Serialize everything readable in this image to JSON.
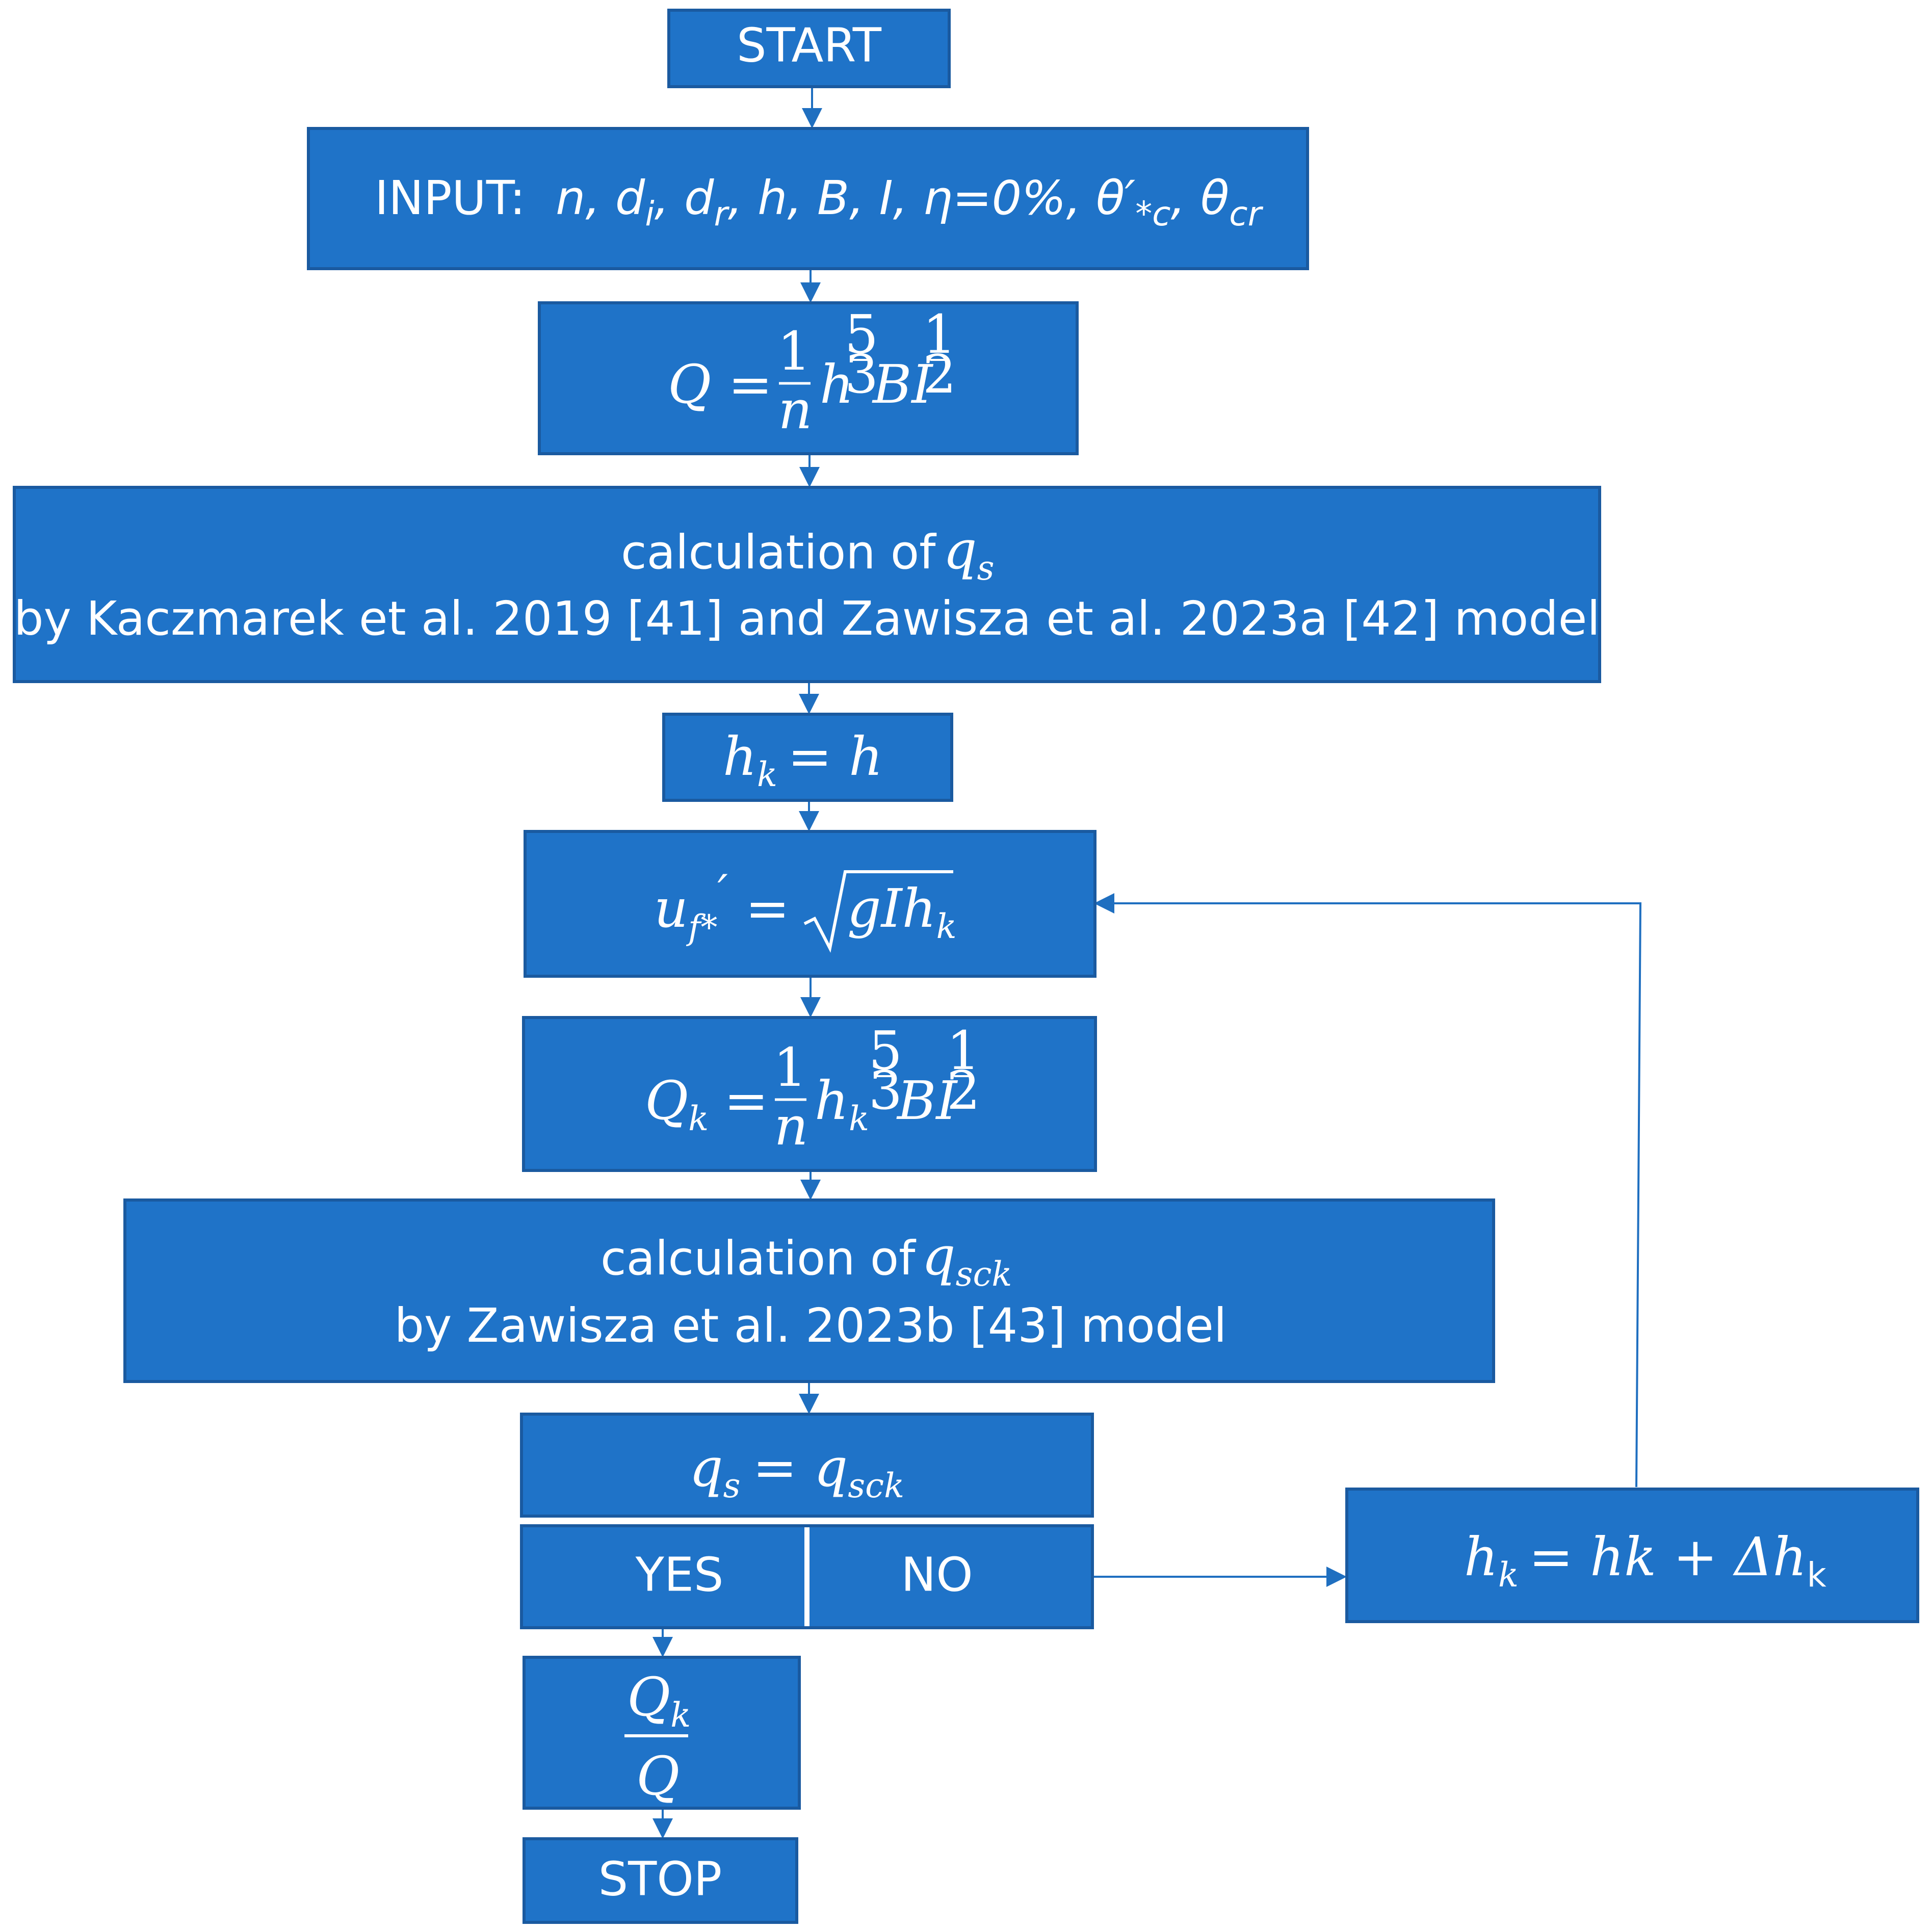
{
  "colors": {
    "box_fill": "#1f73c8",
    "box_stroke": "#1a5aa0",
    "arrow": "#1f6fc0",
    "text": "#ffffff"
  },
  "nodes": {
    "start": "START",
    "input_label": "INPUT:",
    "input_vars": "n, d",
    "input_sub_i": "i",
    "input_sep1": ", d",
    "input_sub_r": "r",
    "input_rest": ", h, B, I, η=0%, θ′",
    "input_sub_c": "*c",
    "input_sep2": ", θ",
    "input_sub_cr": "cr",
    "q_formula_lhs": "Q =",
    "frac_one": "1",
    "frac_n": "n",
    "var_h": "h",
    "exp_5": "5",
    "exp_3": "3",
    "var_BI": "BI",
    "exp_1": "1",
    "exp_2": "2",
    "calc_qs_line1": "calculation of",
    "calc_qs_var": "q",
    "calc_qs_sub": "s",
    "calc_qs_line2": "by Kaczmarek et al. 2019 [41] and Zawisza et al. 2023a [42] model",
    "hk_init_lhs": "h",
    "hk_init_sub": "k",
    "hk_init_rhs": "= h",
    "uf_lhs": "u",
    "uf_sub": "f*",
    "uf_prime": "′",
    "uf_eq": "=",
    "uf_rad": "gIh",
    "uf_rad_sub": "k",
    "qk_lhs": "Q",
    "qk_sub": "k",
    "qk_eq": "=",
    "qk_h": "h",
    "qk_h_sub": "k",
    "calc_qsck_line1": "calculation of",
    "calc_qsck_var": "q",
    "calc_qsck_sub": "sck",
    "calc_qsck_line2": "by Zawisza et al. 2023b [43] model",
    "cond_lhs": "q",
    "cond_lhs_sub": "s",
    "cond_eq": "= q",
    "cond_rhs_sub": "sck",
    "yes": "YES",
    "no": "NO",
    "update_lhs": "h",
    "update_lhs_sub": "k",
    "update_rhs": "= hk + Δh",
    "update_rhs_sub": "k",
    "ratio_num": "Q",
    "ratio_num_sub": "k",
    "ratio_den": "Q",
    "stop": "STOP"
  }
}
